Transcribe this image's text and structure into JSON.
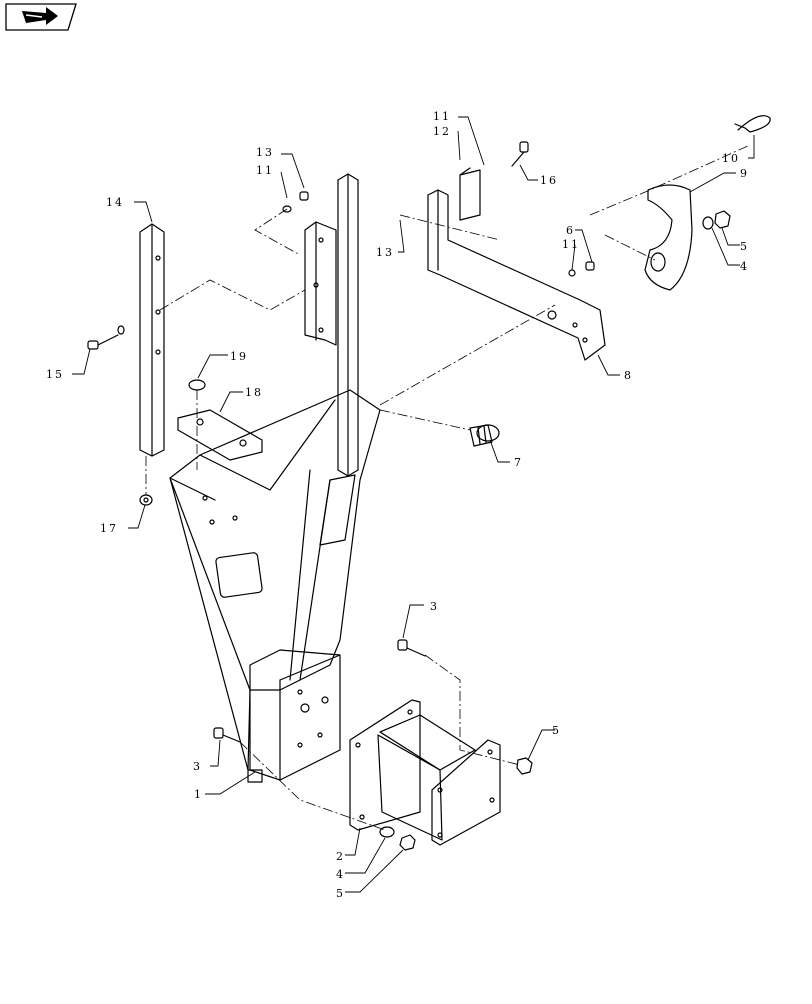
{
  "nav": {
    "icon": "back-arrow-icon"
  },
  "callouts": {
    "c1": "1",
    "c2": "2",
    "c3a": "3",
    "c3b": "3",
    "c4a": "4",
    "c4b": "4",
    "c5a": "5",
    "c5b": "5",
    "c5c": "5",
    "c6": "6",
    "c7": "7",
    "c8": "8",
    "c9": "9",
    "c10": "10",
    "c11a": "11",
    "c11b": "11",
    "c11c": "11",
    "c12": "12",
    "c13a": "13",
    "c13b": "13",
    "c14": "14",
    "c15": "15",
    "c16": "16",
    "c17": "17",
    "c18": "18",
    "c19": "19"
  }
}
